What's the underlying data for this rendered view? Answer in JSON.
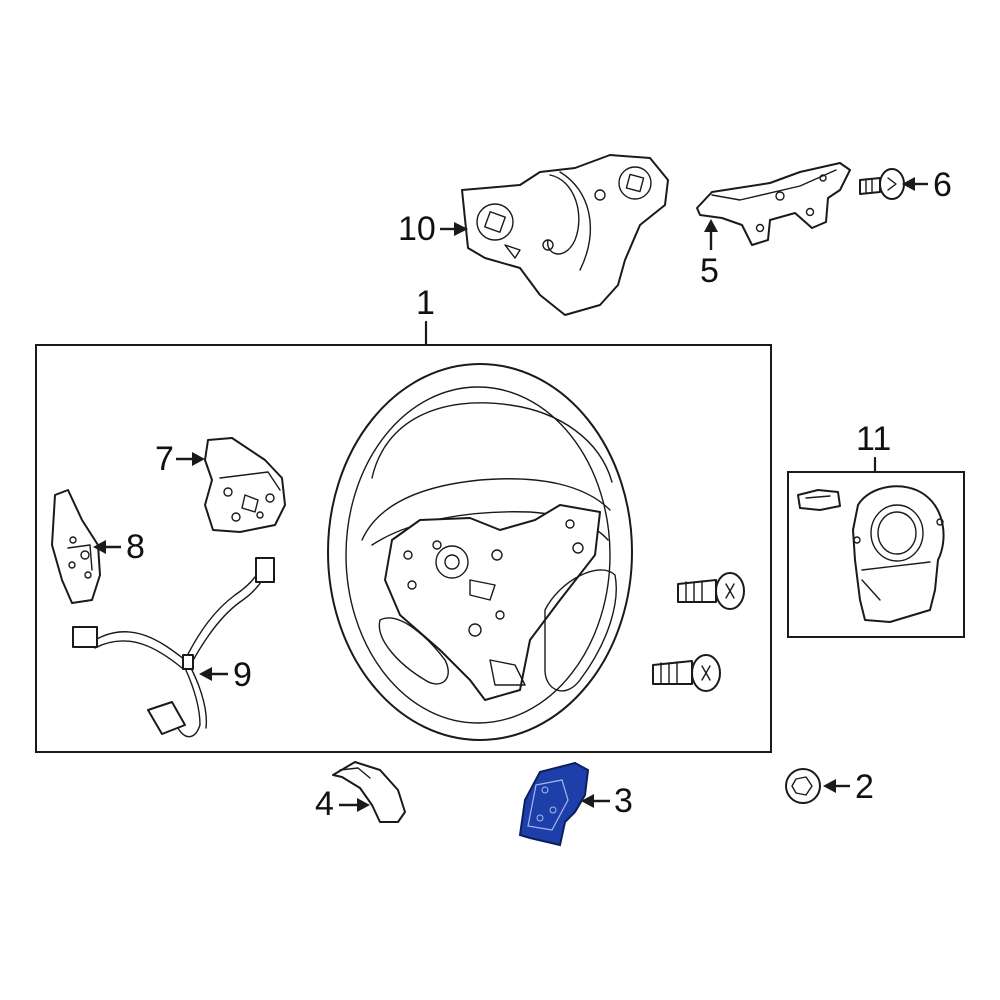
{
  "callouts": {
    "c1": "1",
    "c2": "2",
    "c3": "3",
    "c4": "4",
    "c5": "5",
    "c6": "6",
    "c7": "7",
    "c8": "8",
    "c9": "9",
    "c10": "10",
    "c11": "11"
  },
  "highlight_color": "#1c3faa"
}
